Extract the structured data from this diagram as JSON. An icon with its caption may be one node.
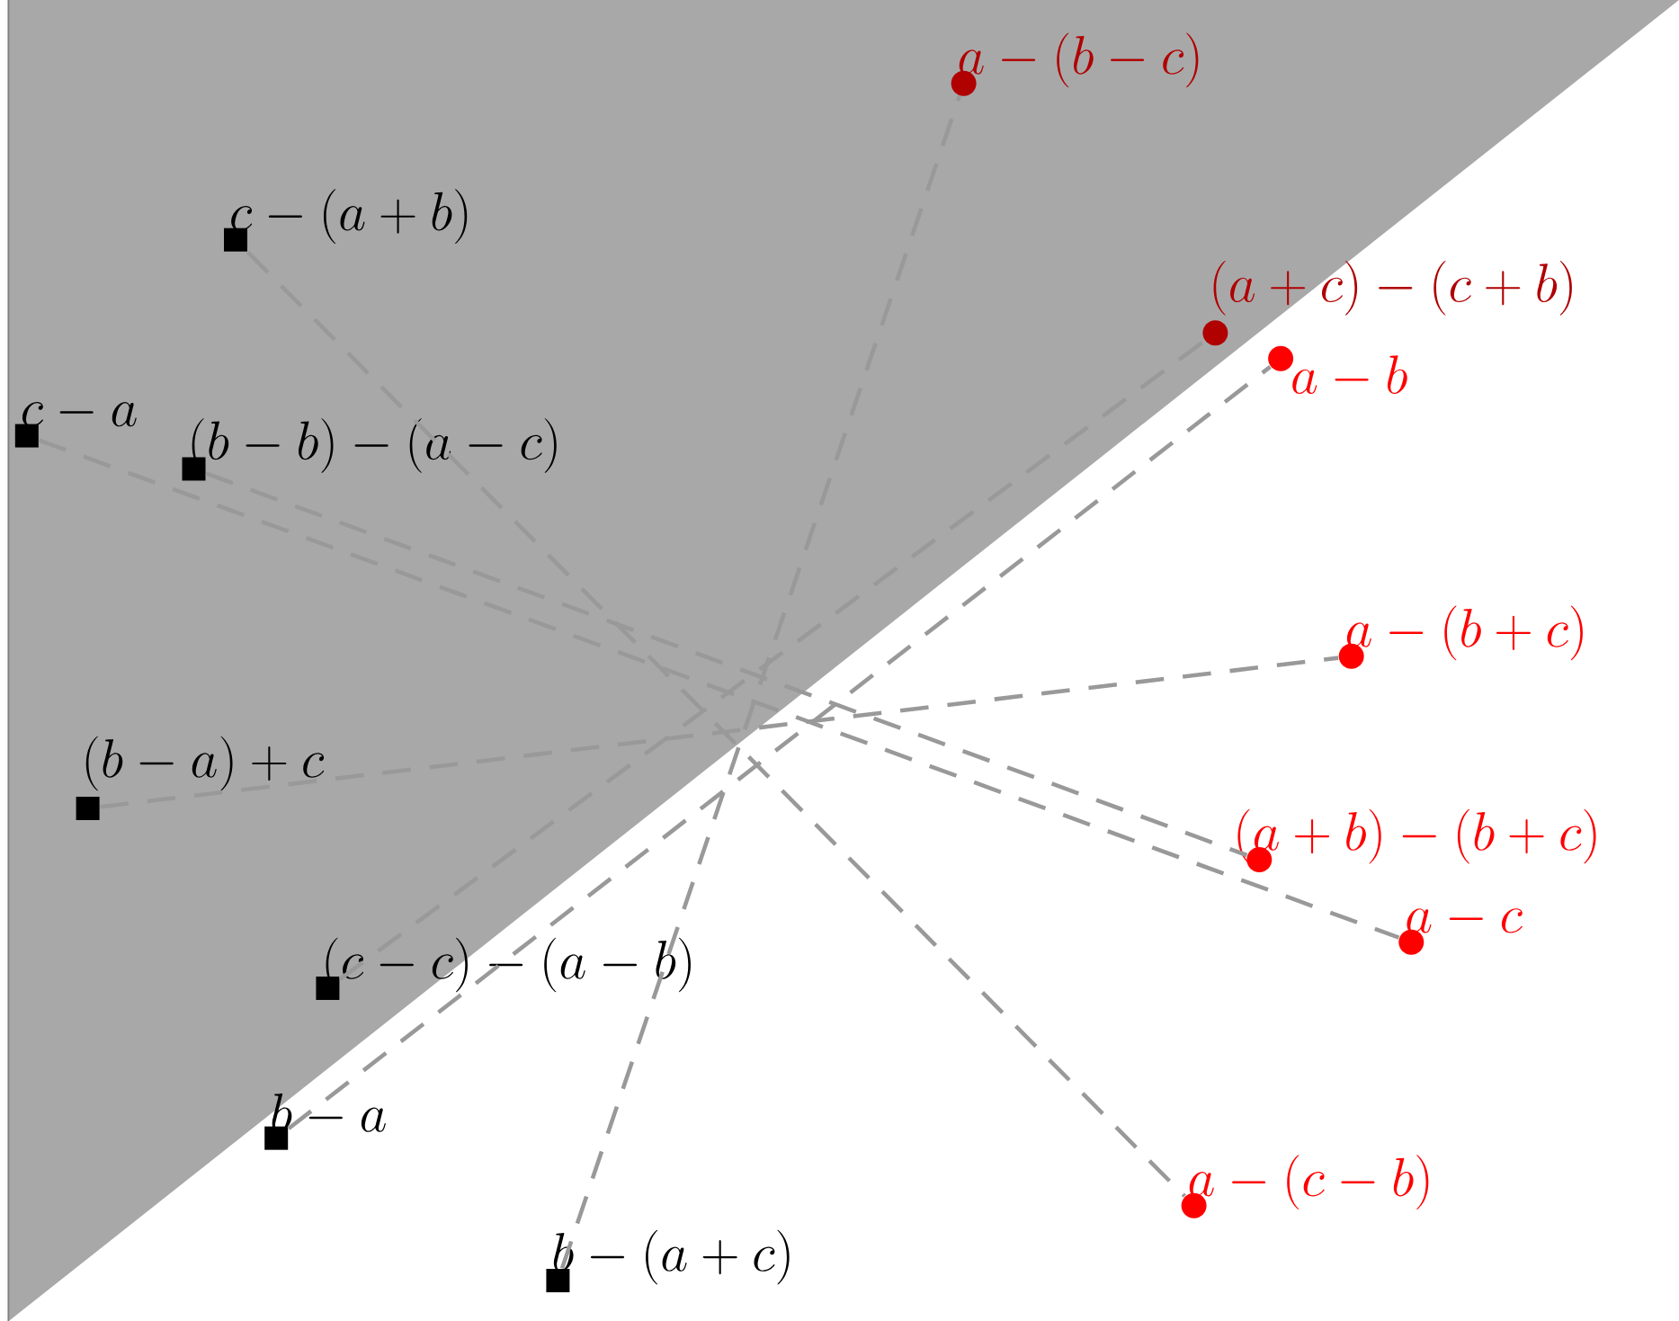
{
  "diagram": {
    "nodes": [
      {
        "text": [
          "a-(b-c)"
        ]
      },
      {
        "text": [
          "c-(a+b)"
        ]
      },
      {
        "text": [
          "(a+c)-(c+b)"
        ]
      },
      {
        "text": [
          "a-b"
        ]
      },
      {
        "text": [
          "c-a"
        ]
      },
      {
        "text": [
          "(b-b)-(a-c)"
        ]
      },
      {
        "text": [
          "a-(b+c)"
        ]
      },
      {
        "text": [
          "(b-a)+c"
        ]
      },
      {
        "text": [
          "(a+b)-(b+c)"
        ]
      },
      {
        "text": [
          "a-c"
        ]
      },
      {
        "text": [
          "(c-c)-(a-b)"
        ]
      },
      {
        "text": [
          "b-a"
        ]
      },
      {
        "text": [
          "a-(c-b)"
        ]
      },
      {
        "text": [
          "b-(a+c)"
        ]
      }
    ],
    "edges": [
      {
        "from": 1,
        "to": 12,
        "arrow": "none",
        "style": "dashed"
      },
      {
        "from": 4,
        "to": 9,
        "arrow": "none",
        "style": "dashed"
      },
      {
        "from": 5,
        "to": 8,
        "arrow": "none",
        "style": "dashed"
      },
      {
        "from": 7,
        "to": 6,
        "arrow": "none",
        "style": "dashed"
      },
      {
        "from": 10,
        "to": 2,
        "arrow": "none",
        "style": "dashed"
      },
      {
        "from": 11,
        "to": 3,
        "arrow": "none",
        "style": "dashed"
      },
      {
        "from": 13,
        "to": 0,
        "arrow": "none",
        "style": "dashed"
      }
    ]
  }
}
